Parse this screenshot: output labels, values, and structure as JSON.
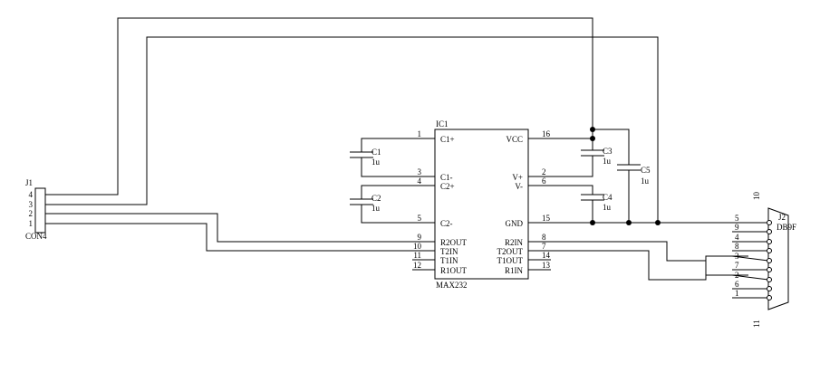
{
  "connector_j1": {
    "ref": "J1",
    "value": "CON4",
    "pins": [
      "4",
      "3",
      "2",
      "1"
    ]
  },
  "ic1": {
    "ref": "IC1",
    "value": "MAX232",
    "left_pins": [
      {
        "num": "1",
        "name": "C1+"
      },
      {
        "num": "3",
        "name": "C1-"
      },
      {
        "num": "4",
        "name": "C2+"
      },
      {
        "num": "5",
        "name": "C2-"
      },
      {
        "num": "9",
        "name": "R2OUT"
      },
      {
        "num": "10",
        "name": "T2IN"
      },
      {
        "num": "11",
        "name": "T1IN"
      },
      {
        "num": "12",
        "name": "R1OUT"
      }
    ],
    "right_pins": [
      {
        "num": "16",
        "name": "VCC"
      },
      {
        "num": "2",
        "name": "V+"
      },
      {
        "num": "6",
        "name": "V-"
      },
      {
        "num": "15",
        "name": "GND"
      },
      {
        "num": "8",
        "name": "R2IN"
      },
      {
        "num": "7",
        "name": "T2OUT"
      },
      {
        "num": "14",
        "name": "T1OUT"
      },
      {
        "num": "13",
        "name": "R1IN"
      }
    ]
  },
  "capacitors": [
    {
      "ref": "C1",
      "value": "1u"
    },
    {
      "ref": "C2",
      "value": "1u"
    },
    {
      "ref": "C3",
      "value": "1u"
    },
    {
      "ref": "C4",
      "value": "1u"
    },
    {
      "ref": "C5",
      "value": "1u"
    }
  ],
  "connector_j2": {
    "ref": "J2",
    "value": "DB9F",
    "pins": [
      "5",
      "9",
      "4",
      "8",
      "3",
      "7",
      "2",
      "6",
      "1"
    ],
    "shell_top": "10",
    "shell_bottom": "11"
  }
}
